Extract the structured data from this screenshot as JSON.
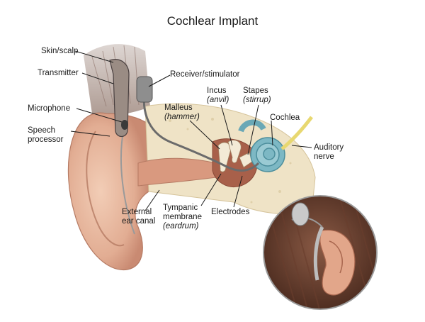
{
  "title": "Cochlear Implant",
  "labels": {
    "skin_scalp": "Skin/scalp",
    "transmitter": "Transmitter",
    "microphone": "Microphone",
    "speech_processor": [
      "Speech",
      "processor"
    ],
    "receiver_stimulator": "Receiver/stimulator",
    "malleus": "Malleus",
    "malleus_common": "(hammer)",
    "incus": "Incus",
    "incus_common": "(anvil)",
    "stapes": "Stapes",
    "stapes_common": "(stirrup)",
    "cochlea": "Cochlea",
    "auditory_nerve": [
      "Auditory",
      "nerve"
    ],
    "tympanic_membrane": [
      "Tympanic",
      "membrane"
    ],
    "tympanic_common": "(eardrum)",
    "electrodes": "Electrodes",
    "external_ear_canal": [
      "External",
      "ear canal"
    ]
  },
  "colors": {
    "skin": "#e6b8a0",
    "skin_dark": "#c98a72",
    "bone": "#efe3c6",
    "hair": "#a08a80",
    "cochlea": "#7db8c4",
    "nerve": "#e8d870",
    "device": "#8e8e8e"
  }
}
